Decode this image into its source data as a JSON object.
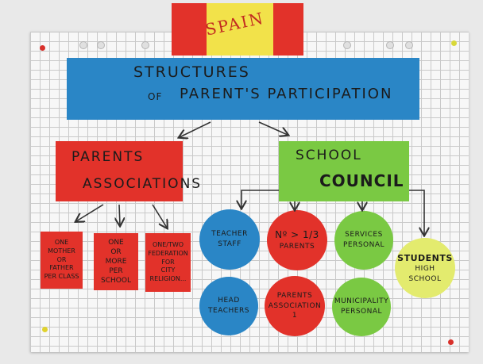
{
  "flag": {
    "text": "SPAIN"
  },
  "title": {
    "line1": "STRUCTURES",
    "of": "OF",
    "line2": "PARENT'S PARTICIPATION"
  },
  "parents_associations": {
    "line1": "PARENTS",
    "line2": "ASSOCIATIONS"
  },
  "school_council": {
    "line1": "SCHOOL",
    "line2": "COUNCIL"
  },
  "pa_children": [
    {
      "lines": [
        "ONE",
        "MOTHER",
        "OR",
        "FATHER",
        "PER CLASS"
      ]
    },
    {
      "lines": [
        "ONE",
        "OR",
        "MORE",
        "PER SCHOOL"
      ]
    },
    {
      "lines": [
        "ONE/TWO",
        "FEDERATION",
        "FOR",
        "CITY",
        "RELIGION..."
      ]
    }
  ],
  "council_members": [
    {
      "lines": [
        "TEACHER",
        "STAFF"
      ],
      "color": "#2a86c6"
    },
    {
      "lines": [
        "Nº > 1/3",
        "PARENTS"
      ],
      "color": "#e2322a"
    },
    {
      "lines": [
        "SERVICES",
        "PERSONAL"
      ],
      "color": "#7ac943"
    },
    {
      "lines": [
        "STUDENTS",
        "HIGH",
        "SCHOOL"
      ],
      "color": "#e3eb6e"
    },
    {
      "lines": [
        "HEAD",
        "TEACHERS"
      ],
      "color": "#2a86c6"
    },
    {
      "lines": [
        "PARENTS",
        "ASSOCIATION",
        "1"
      ],
      "color": "#e2322a"
    },
    {
      "lines": [
        "MUNICIPALITY",
        "PERSONAL"
      ],
      "color": "#7ac943"
    }
  ]
}
